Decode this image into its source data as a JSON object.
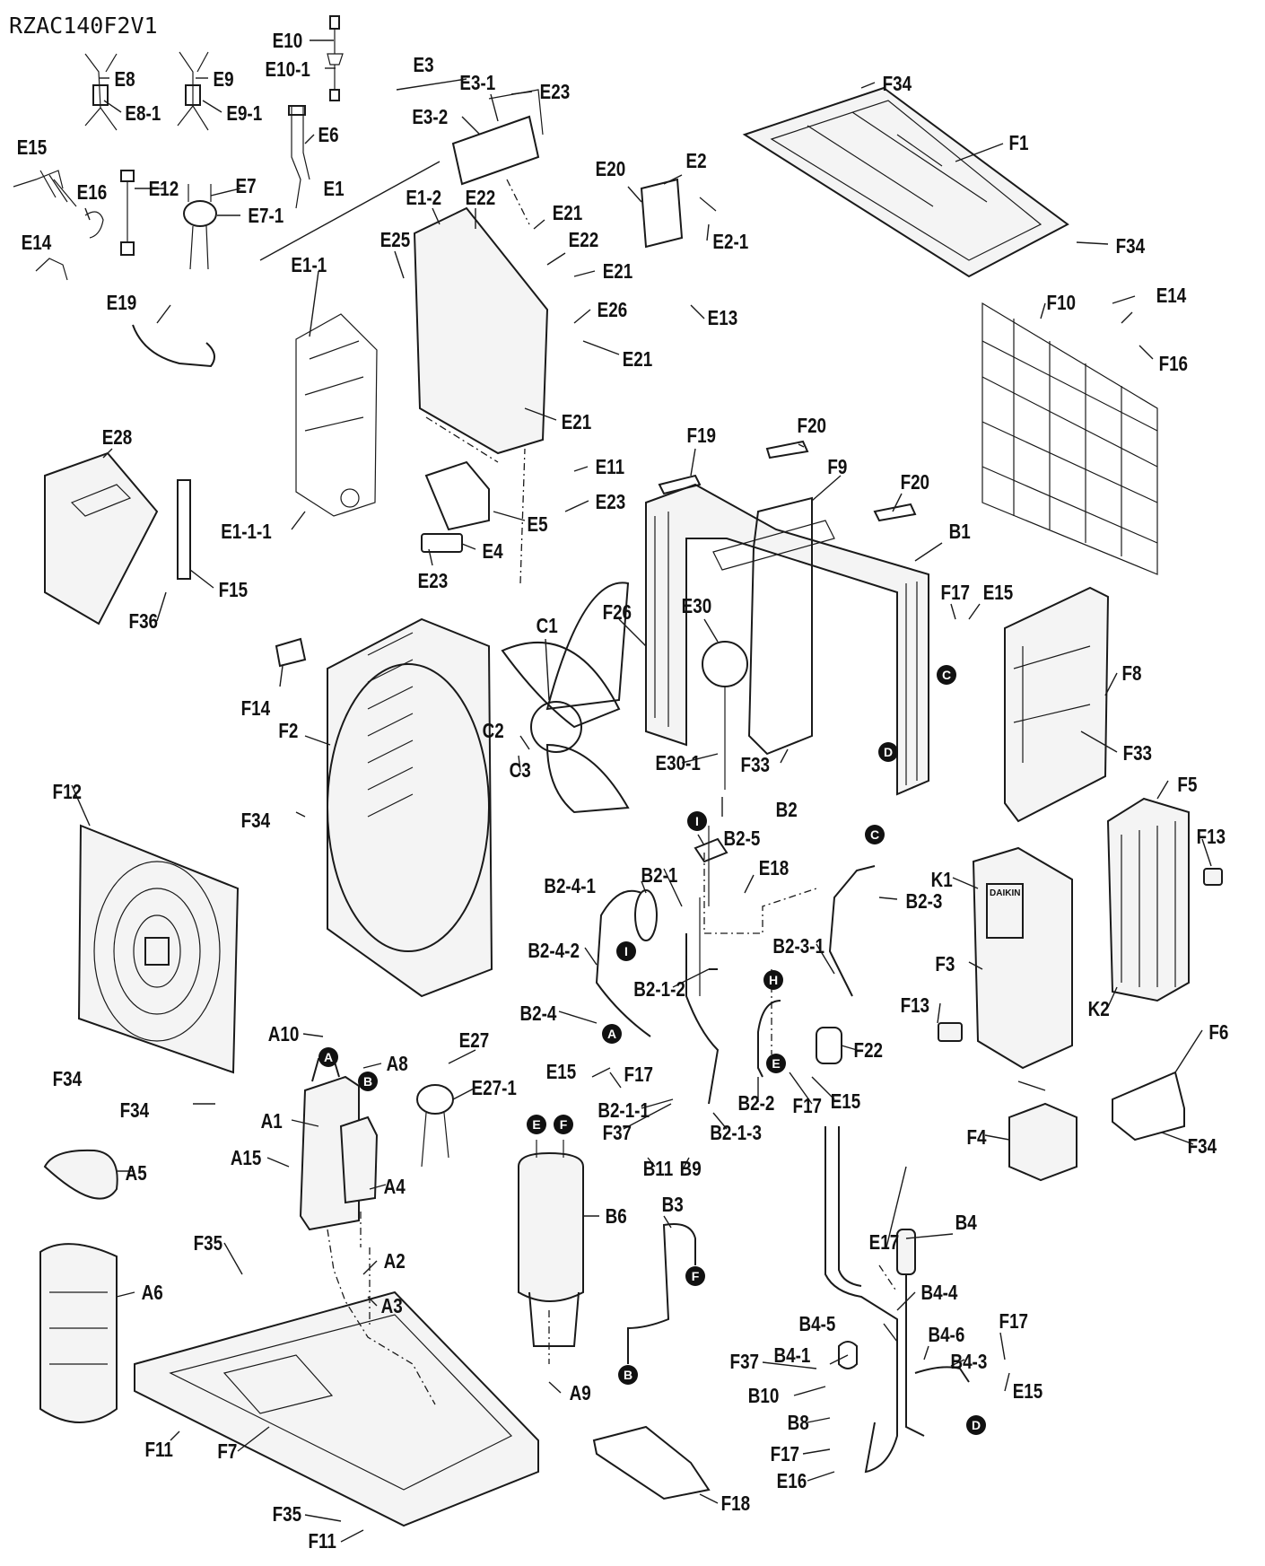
{
  "model": "RZAC140F2V1",
  "labels": {
    "E10": "E10",
    "E10_1": "E10-1",
    "E3": "E3",
    "E8": "E8",
    "E9": "E9",
    "E3_1": "E3-1",
    "E23_a": "E23",
    "F34_a": "F34",
    "E8_1": "E8-1",
    "E9_1": "E9-1",
    "E3_2": "E3-2",
    "E6": "E6",
    "E15_a": "E15",
    "E12": "E12",
    "E7": "E7",
    "E16_a": "E16",
    "E7_1": "E7-1",
    "E1": "E1",
    "E20": "E20",
    "E2": "E2",
    "F1": "F1",
    "E1_2": "E1-2",
    "E22_a": "E22",
    "E21_a": "E21",
    "E25": "E25",
    "E22_b": "E22",
    "E2_1": "E2-1",
    "E14_a": "E14",
    "E1_1": "E1-1",
    "E21_b": "E21",
    "F34_b": "F34",
    "E19": "E19",
    "E26": "E26",
    "E13": "E13",
    "F10": "F10",
    "E14_b": "E14",
    "E21_c": "E21",
    "F16_a": "F16",
    "E21_d": "E21",
    "E28": "E28",
    "F19": "F19",
    "F20_a": "F20",
    "E11": "E11",
    "F9": "F9",
    "E23_b": "E23",
    "F20_b": "F20",
    "E5": "E5",
    "E1_1_1": "E1-1-1",
    "B1": "B1",
    "E4": "E4",
    "E23_c": "E23",
    "F17_a": "F17",
    "E15_b": "E15",
    "F15": "F15",
    "F36": "F36",
    "C1": "C1",
    "F26": "F26",
    "E30": "E30",
    "F14": "F14",
    "F8": "F8",
    "C2": "C2",
    "F2": "F2",
    "E30_1": "E30-1",
    "F33_a": "F33",
    "C3": "C3",
    "F33_b": "F33",
    "F5": "F5",
    "F12": "F12",
    "B2": "B2",
    "F34_c": "F34",
    "B2_5": "B2-5",
    "F13_a": "F13",
    "B2_1": "B2-1",
    "E18": "E18",
    "B2_4_1": "B2-4-1",
    "K1": "K1",
    "B2_3": "B2-3",
    "B2_3_1": "B2-3-1",
    "B2_4_2": "B2-4-2",
    "F3": "F3",
    "B2_1_2": "B2-1-2",
    "F13_b": "F13",
    "B2_4": "B2-4",
    "K2": "K2",
    "F6": "F6",
    "A10": "A10",
    "E27": "E27",
    "A8": "A8",
    "F22": "F22",
    "F34_d": "F34",
    "E15_c": "E15",
    "F17_b": "F17",
    "E27_1": "E27-1",
    "B2_2": "B2-2",
    "F17_c": "F17",
    "E15_d": "E15",
    "F34_e": "F34",
    "B2_1_1": "B2-1-1",
    "A1": "A1",
    "F34_f": "F34",
    "F37_a": "F37",
    "B2_1_3": "B2-1-3",
    "F4": "F4",
    "A15": "A15",
    "B11": "B11",
    "B9": "B9",
    "A5": "A5",
    "A4": "A4",
    "B6": "B6",
    "B3": "B3",
    "B4": "B4",
    "E17": "E17",
    "F35_a": "F35",
    "A2": "A2",
    "A6": "A6",
    "B4_4": "B4-4",
    "A3": "A3",
    "F17_d": "F17",
    "B4_5": "B4-5",
    "B4_6": "B4-6",
    "F37_b": "F37",
    "B4_1": "B4-1",
    "B4_3": "B4-3",
    "A9": "A9",
    "B10": "B10",
    "E15_e": "E15",
    "B8": "B8",
    "F11_a": "F11",
    "F7": "F7",
    "F17_e": "F17",
    "E16_b": "E16",
    "F18": "F18",
    "F35_b": "F35",
    "F11_b": "F11"
  },
  "markers": {
    "C_top": "C",
    "D_top": "D",
    "I_a": "I",
    "I_b": "I",
    "C_b2": "C",
    "H": "H",
    "A_b2": "A",
    "A_comp": "A",
    "B_comp": "B",
    "E_b2": "E",
    "E_b6": "E",
    "F_b6": "F",
    "F_b3": "F",
    "B_b3": "B",
    "D_b4": "D"
  },
  "brand": {
    "logo_text": "DAIKIN"
  }
}
